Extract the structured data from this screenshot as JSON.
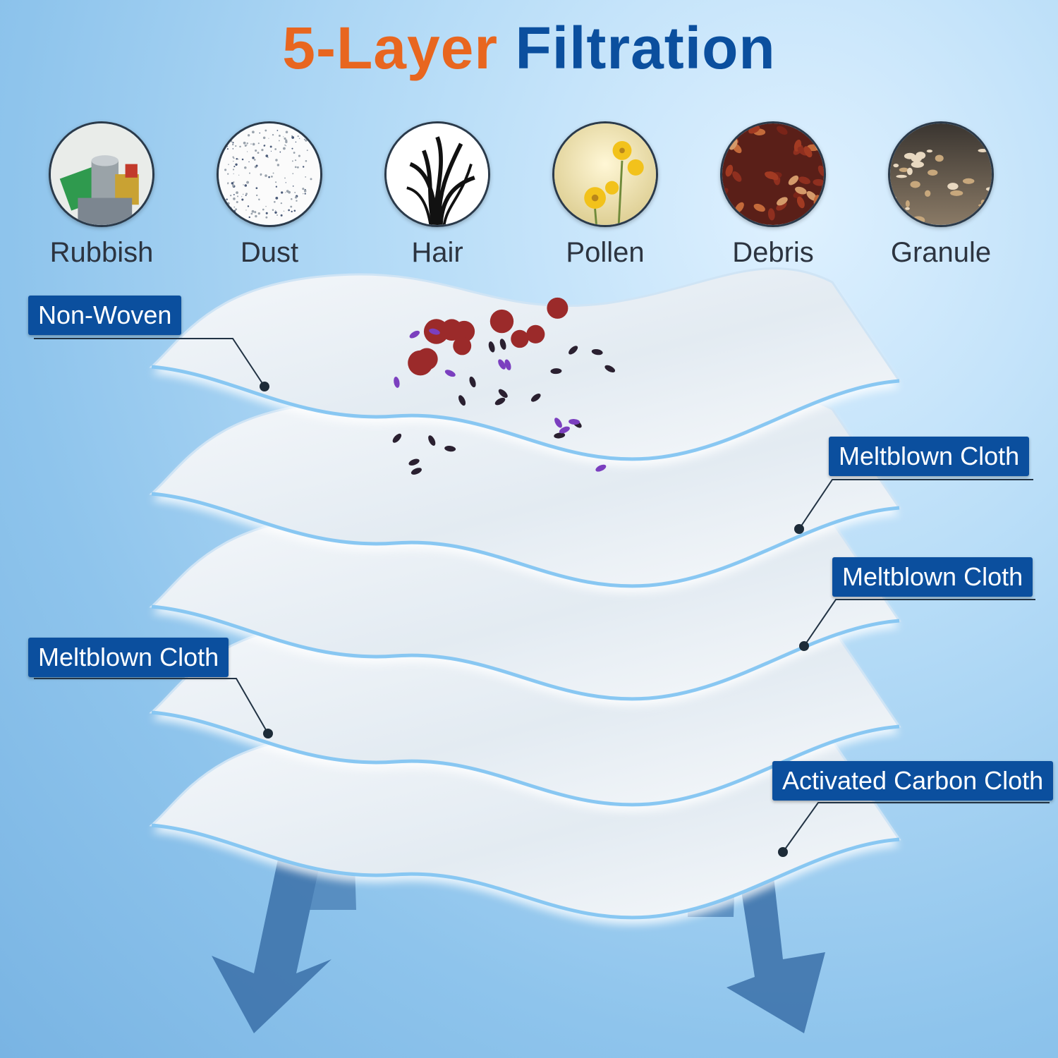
{
  "title": {
    "part1": "5-Layer",
    "part2": "Filtration"
  },
  "debris": [
    {
      "label": "Rubbish",
      "icon": "rubbish-icon"
    },
    {
      "label": "Dust",
      "icon": "dust-icon"
    },
    {
      "label": "Hair",
      "icon": "hair-icon"
    },
    {
      "label": "Pollen",
      "icon": "pollen-icon"
    },
    {
      "label": "Debris",
      "icon": "debris-icon"
    },
    {
      "label": "Granule",
      "icon": "granule-icon"
    }
  ],
  "layers": [
    {
      "label": "Non-Woven"
    },
    {
      "label": "Meltblown Cloth"
    },
    {
      "label": "Meltblown Cloth"
    },
    {
      "label": "Meltblown Cloth"
    },
    {
      "label": "Activated Carbon Cloth"
    }
  ],
  "colors": {
    "title_orange": "#e8661f",
    "title_blue": "#0b4f9e",
    "tag_bg": "#0b4f9e",
    "arrow": "#3a6fa8"
  }
}
